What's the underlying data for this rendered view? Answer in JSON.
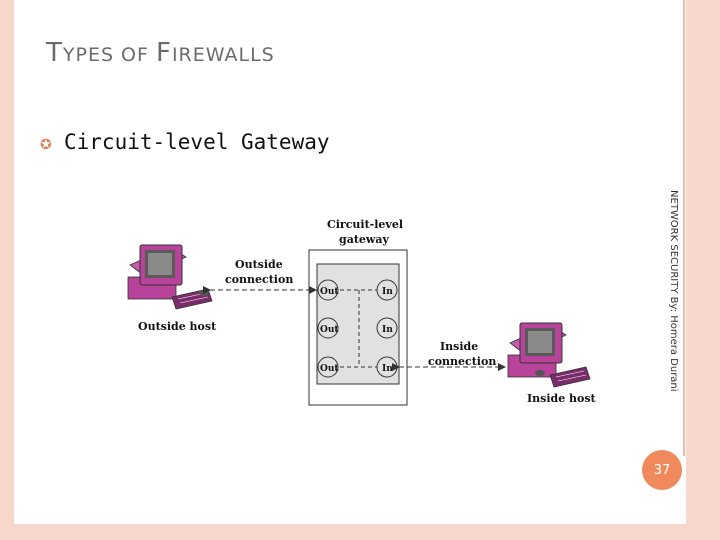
{
  "slide": {
    "title_first": "T",
    "title_rest": "YPES OF ",
    "title_word2_first": "F",
    "title_word2_rest": "IREWALLS",
    "bullet": "Circuit-level Gateway",
    "side_text": "NETWORK SECURITY  By: Homera Durani",
    "page_number": "37"
  },
  "diagram": {
    "gateway_label_line1": "Circuit-level",
    "gateway_label_line2": "gateway",
    "outside_conn_line1": "Outside",
    "outside_conn_line2": "connection",
    "inside_conn_line1": "Inside",
    "inside_conn_line2": "connection",
    "outside_host": "Outside host",
    "inside_host": "Inside host",
    "out_labels": [
      "Out",
      "Out",
      "Out"
    ],
    "in_labels": [
      "In",
      "In",
      "In"
    ]
  },
  "colors": {
    "accent": "#f08a5d",
    "frame": "#f7d6cc",
    "computer": "#b8439a",
    "gateway_fill": "#e1e1e1"
  }
}
